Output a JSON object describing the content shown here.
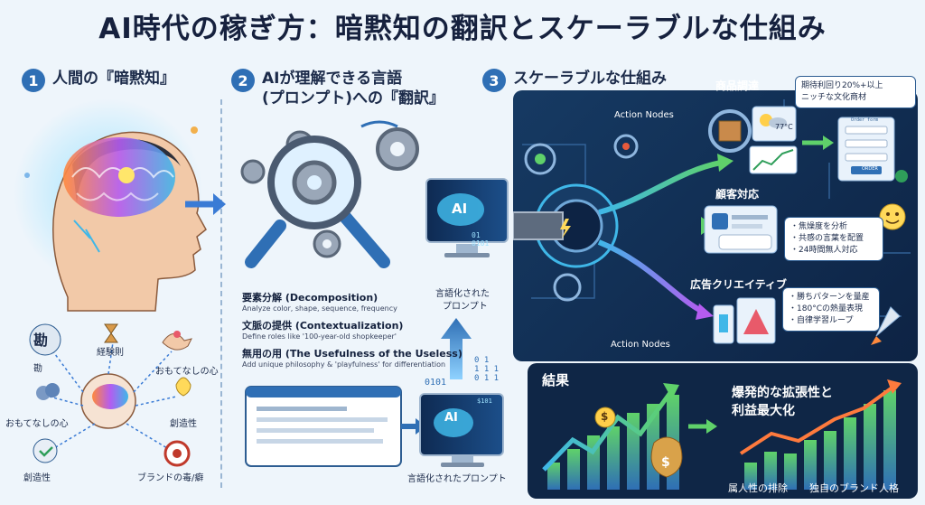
{
  "title": "AI時代の稼ぎ方：暗黙知の翻訳とスケーラブルな仕組み",
  "sections": [
    {
      "number": "1",
      "title": "人間の『暗黙知』"
    },
    {
      "number": "2",
      "title": "AIが理解できる言語",
      "title2": "(プロンプト)への『翻訳』"
    },
    {
      "number": "3",
      "title": "スケーラブルな仕組み"
    }
  ],
  "tacit": {
    "kan_glyph": "勘",
    "kan": "勘",
    "experience": "経験則",
    "hospitality_right": "おもてなしの心",
    "hospitality_left": "おもてなしの心",
    "creativity_right": "創造性",
    "creativity_left": "創造性",
    "brand": "ブランドの毒/癖"
  },
  "translation": {
    "ai_label": "AI",
    "binary_top": "01\n0101",
    "binary_mid": "0 1\n1 1 1\n0 1 1",
    "binary_left": "0101",
    "binary_screen": "$101",
    "verbalized_top_1": "言語化された",
    "verbalized_top_2": "プロンプト",
    "verbalized_bottom": "言語化されたプロンプト",
    "terms": [
      {
        "heading": "要素分解 (Decomposition)",
        "desc": "Analyze color, shape, sequence, frequency"
      },
      {
        "heading": "文脈の提供 (Contextualization)",
        "desc": "Define roles like '100-year-old shopkeeper'"
      },
      {
        "heading": "無用の用 (The Usefulness of the Useless)",
        "desc": "Add unique philosophy & 'playfulness' for differentiation"
      }
    ]
  },
  "system": {
    "action_nodes_top": "Action Nodes",
    "action_nodes_bottom": "Action Nodes",
    "temp": "77°C",
    "procurement": "商品調達",
    "procurement_note_1": "期待利回り20%+以上",
    "procurement_note_2": "ニッチな文化商材",
    "form_field": "Order form",
    "form_button": "ORDER",
    "customer": "顧客対応",
    "customer_items": [
      "焦燥度を分析",
      "共感の言葉を配置",
      "24時間無人対応"
    ],
    "creative": "広告クリエイティブ",
    "creative_items": [
      "勝ちパターンを量産",
      "180°Cの熱量表現",
      "自律学習ループ"
    ]
  },
  "result": {
    "label": "結果",
    "headline_1": "爆発的な拡張性と",
    "headline_2": "利益最大化",
    "caption_left": "属人性の排除",
    "caption_right": "独自のブランド人格",
    "coin": "$",
    "bag": "$"
  },
  "colors": {
    "accent": "#2f6fb5",
    "navy": "#0f2646",
    "green": "#5fd16a",
    "cyan": "#3fb7e8"
  }
}
